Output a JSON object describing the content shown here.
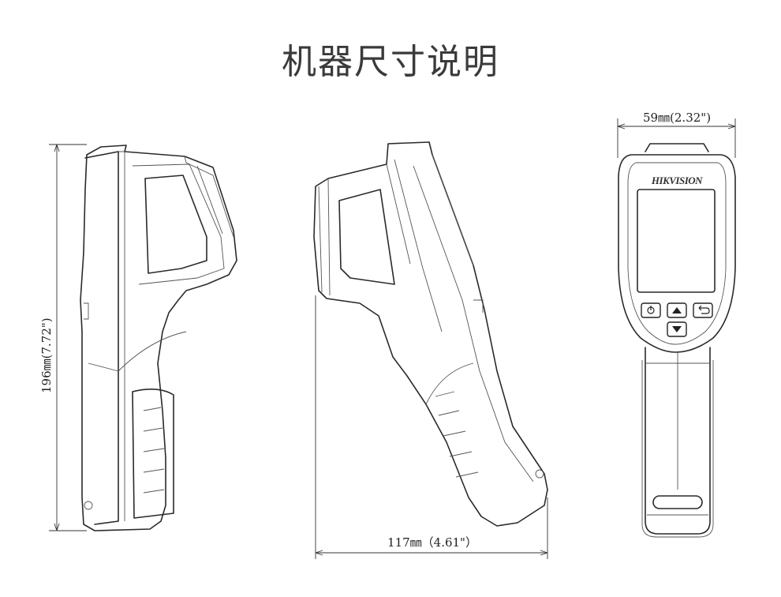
{
  "title": "机器尺寸说明",
  "dimensions": {
    "height": "196㎜(7.72\")",
    "depth": "117㎜（4.61\"）",
    "width": "59㎜(2.32\")"
  },
  "brand": "HIKVISION",
  "buttons": [
    "power-icon",
    "up-arrow-icon",
    "back-icon",
    "down-arrow-icon"
  ]
}
